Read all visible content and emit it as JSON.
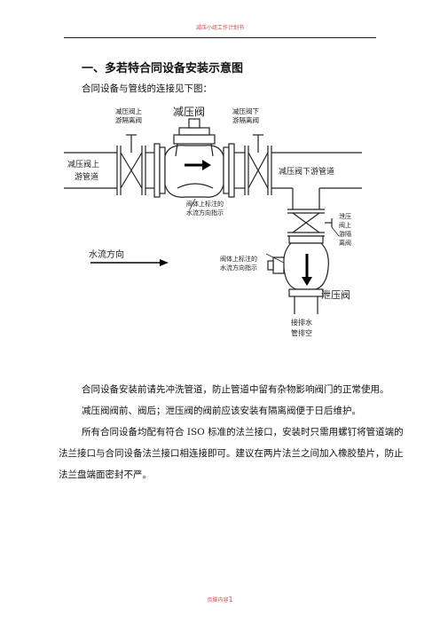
{
  "header": {
    "text": "减压小组工作计划书"
  },
  "section": {
    "title": "一、多若特合同设备安装示意图",
    "intro": "合同设备与管线的连接见下图："
  },
  "diagram": {
    "label_upstream_valve": [
      "减压阀上",
      "游隔离阀"
    ],
    "label_prv": "减压阀",
    "label_downstream_valve": [
      "减压阀下",
      "游隔离阀"
    ],
    "label_upstream_pipe": [
      "减压阀上",
      "游管道"
    ],
    "label_downstream_pipe": "减压阀下游管道",
    "label_flow_indicator_1": [
      "阀体上标注的",
      "水流方向指示"
    ],
    "label_relief_upstream_valve": [
      "泄压",
      "阀上",
      "游隔",
      "离阀"
    ],
    "label_flow_direction": "水流方向",
    "label_flow_indicator_2": [
      "阀体上标注的",
      "水流方向指示"
    ],
    "label_relief_valve": "泄压阀",
    "label_drain": [
      "接排水",
      "管排空"
    ]
  },
  "paragraphs": {
    "p1": "合同设备安装前请先冲洗管道，防止管道中留有杂物影响阀门的正常使用。",
    "p2": "减压阀阀前、阀后；泄压阀的阀前应该安装有隔离阀便于日后维护。",
    "p3": "所有合同设备均配有符合 ISO 标准的法兰接口，安装时只需用螺钉将管道端的法兰接口与合同设备法兰接口相连接即可。建议在两片法兰之间加入橡胶垫片，防止法兰盘端面密封不严。"
  },
  "footer": {
    "text": "页脚内容",
    "page": "1"
  }
}
